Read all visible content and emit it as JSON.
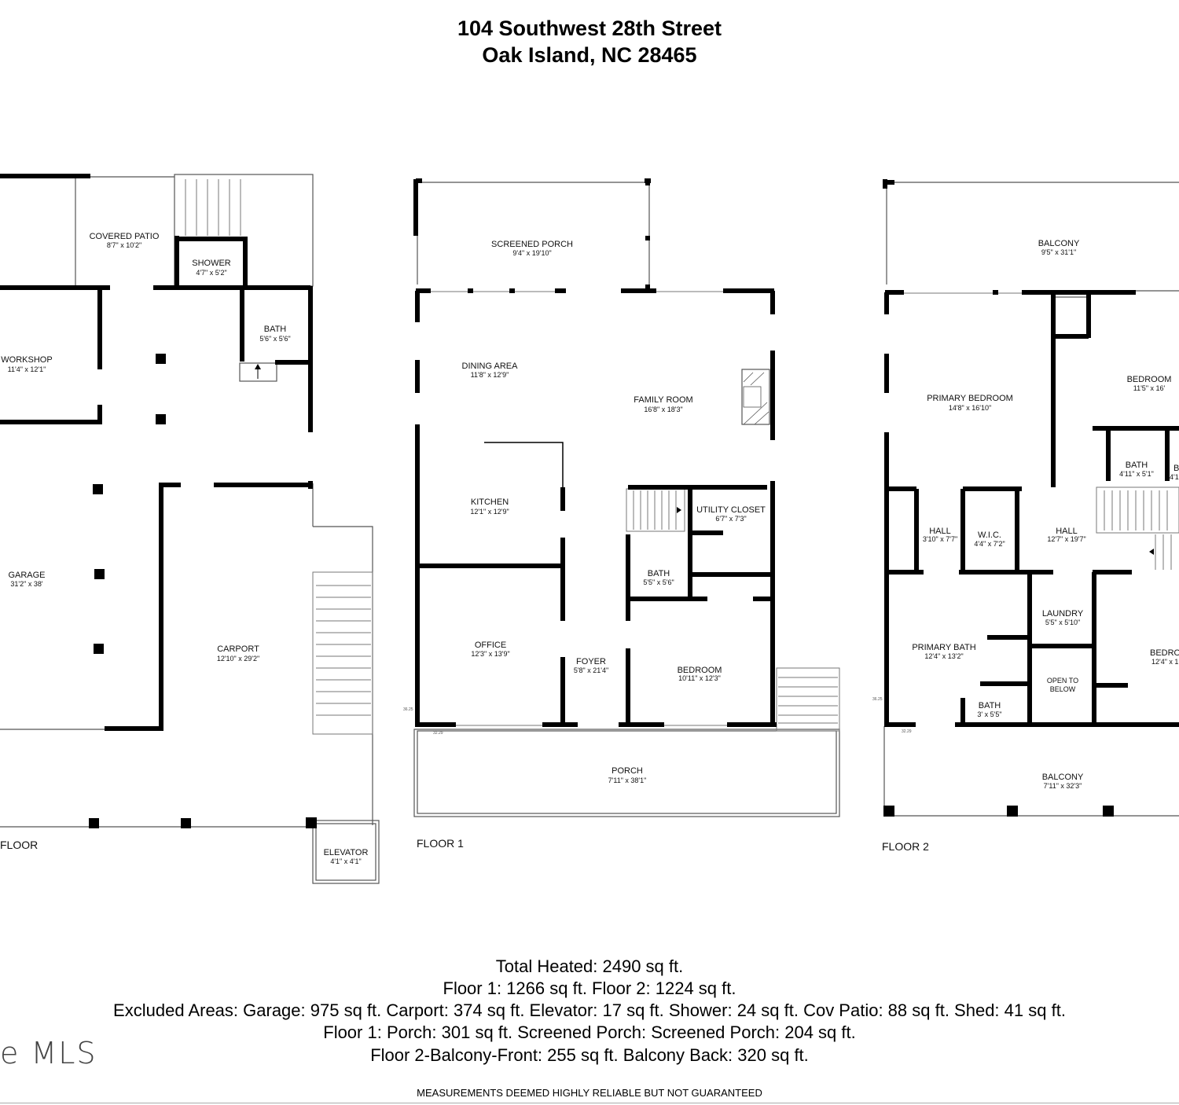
{
  "header": {
    "address_line1": "104 Southwest 28th Street",
    "address_line2": "Oak Island, NC 28465"
  },
  "ground_floor": {
    "label": "FLOOR",
    "rooms": {
      "covered_patio": {
        "name": "COVERED PATIO",
        "dim": "8'7\" x 10'2\""
      },
      "shower": {
        "name": "SHOWER",
        "dim": "4'7\" x 5'2\""
      },
      "bath": {
        "name": "BATH",
        "dim": "5'6\" x 5'6\""
      },
      "workshop": {
        "name": "WORKSHOP",
        "dim": "11'4\" x 12'1\""
      },
      "garage": {
        "name": "GARAGE",
        "dim": "31'2\" x 38'"
      },
      "carport": {
        "name": "CARPORT",
        "dim": "12'10\" x 29'2\""
      },
      "elevator": {
        "name": "ELEVATOR",
        "dim": "4'1\" x 4'1\""
      }
    }
  },
  "floor1": {
    "label": "FLOOR 1",
    "rooms": {
      "screened_porch": {
        "name": "SCREENED PORCH",
        "dim": "9'4\" x 19'10\""
      },
      "dining_area": {
        "name": "DINING AREA",
        "dim": "11'8\" x 12'9\""
      },
      "family_room": {
        "name": "FAMILY ROOM",
        "dim": "16'8\" x 18'3\""
      },
      "kitchen": {
        "name": "KITCHEN",
        "dim": "12'1\" x 12'9\""
      },
      "utility_closet": {
        "name": "UTILITY CLOSET",
        "dim": "6'7\" x 7'3\""
      },
      "bath": {
        "name": "BATH",
        "dim": "5'5\" x 5'6\""
      },
      "office": {
        "name": "OFFICE",
        "dim": "12'3\" x 13'9\""
      },
      "foyer": {
        "name": "FOYER",
        "dim": "5'8\" x 21'4\""
      },
      "bedroom": {
        "name": "BEDROOM",
        "dim": "10'11\" x 12'3\""
      },
      "porch": {
        "name": "PORCH",
        "dim": "7'11\" x 38'1\""
      }
    },
    "marks": {
      "a": "36.25",
      "b": "32.29"
    }
  },
  "floor2": {
    "label": "FLOOR 2",
    "rooms": {
      "balcony_back": {
        "name": "BALCONY",
        "dim": "9'5\" x 31'1\""
      },
      "primary_bedroom": {
        "name": "PRIMARY BEDROOM",
        "dim": "14'8\" x 16'10\""
      },
      "bedroom_a": {
        "name": "BEDROOM",
        "dim": "11'5\" x 16'"
      },
      "bath_a": {
        "name": "BATH",
        "dim": "4'11\" x 5'1\""
      },
      "bath_a2": {
        "name": "B",
        "dim": "4'1"
      },
      "hall_a": {
        "name": "HALL",
        "dim": "3'10\" x 7'7\""
      },
      "wic": {
        "name": "W.I.C.",
        "dim": "4'4\" x 7'2\""
      },
      "hall_b": {
        "name": "HALL",
        "dim": "12'7\" x 19'7\""
      },
      "laundry": {
        "name": "LAUNDRY",
        "dim": "5'5\" x 5'10\""
      },
      "primary_bath": {
        "name": "PRIMARY BATH",
        "dim": "12'4\" x 13'2\""
      },
      "open_to_below": {
        "name": "OPEN TO",
        "name2": "BELOW"
      },
      "bedroom_b": {
        "name": "BEDRO",
        "dim": "12'4\" x 1"
      },
      "bath_b": {
        "name": "BATH",
        "dim": "3' x 5'5\""
      },
      "balcony_front": {
        "name": "BALCONY",
        "dim": "7'11\" x 32'3\""
      }
    },
    "marks": {
      "a": "36.25",
      "b": "32.29"
    }
  },
  "summary": {
    "line1": "Total Heated: 2490 sq ft.",
    "line2": "Floor 1: 1266 sq ft. Floor 2: 1224 sq ft.",
    "line3": "Excluded Areas: Garage: 975 sq ft. Carport: 374 sq ft. Elevator: 17 sq ft. Shower: 24 sq ft. Cov Patio: 88 sq ft. Shed: 41 sq ft.",
    "line4": "Floor 1: Porch: 301 sq ft. Screened Porch: Screened Porch: 204 sq ft.",
    "line5": "Floor 2-Balcony-Front: 255 sq ft.  Balcony Back: 320 sq ft."
  },
  "disclaimer": "MEASUREMENTS DEEMED HIGHLY RELIABLE BUT NOT GUARANTEED",
  "watermark": "e MLS"
}
